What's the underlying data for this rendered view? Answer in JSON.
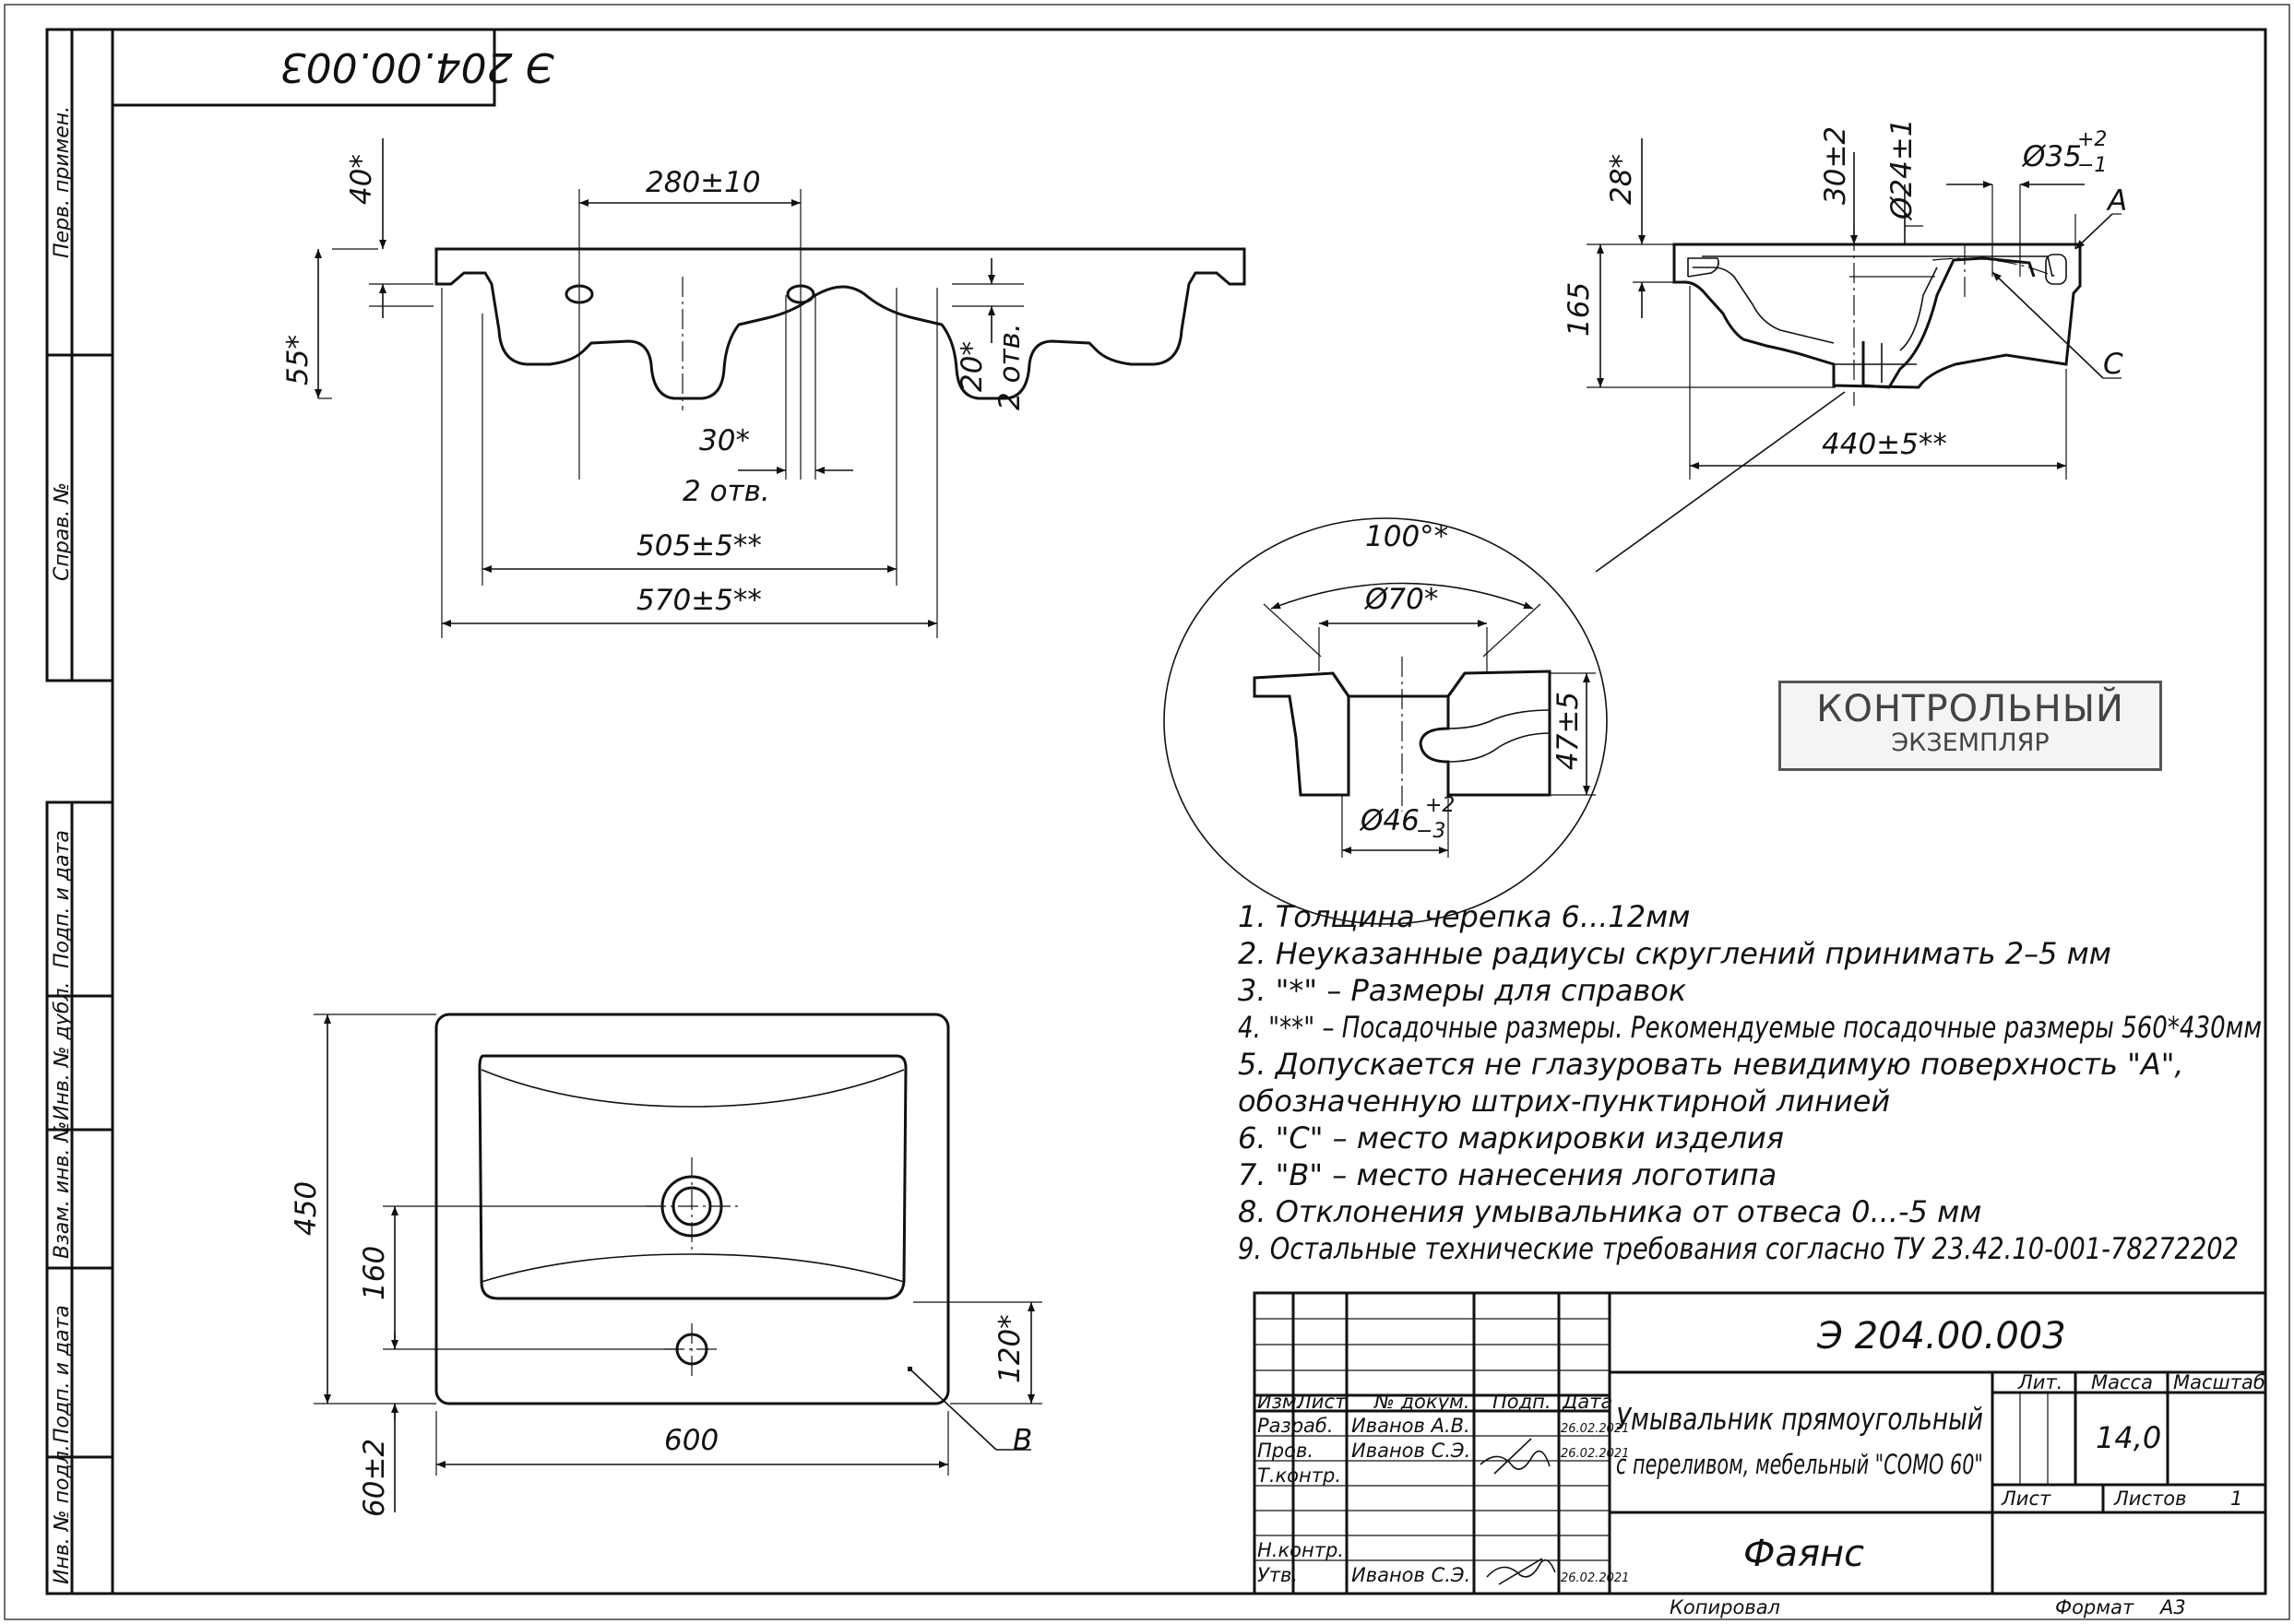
{
  "drawing": {
    "code": "Э 204.00.003",
    "code_mirrored": "Э 204.00.003",
    "title_line1": "Умывальник прямоугольный",
    "title_line2": "с переливом, мебельный \"COMO 60\"",
    "material": "Фаянс",
    "mass_value": "14,0",
    "sheets_value": "1",
    "copied": "Копировал",
    "format": "Формат",
    "format_value": "А3"
  },
  "stamp": {
    "line1": "КОНТРОЛЬНЫЙ",
    "line2": "ЭКЗЕМПЛЯР"
  },
  "title_block": {
    "col_izm": "Изм.",
    "col_list": "Лист",
    "col_doc": "№ докум.",
    "col_sign": "Подп.",
    "col_date": "Дата",
    "lit": "Лит.",
    "massa": "Масса",
    "masshtab": "Масштаб",
    "list": "Лист",
    "listov": "Листов",
    "rows": [
      {
        "role": "Разраб.",
        "name": "Иванов А.В.",
        "date": "26.02.2021"
      },
      {
        "role": "Пров.",
        "name": "Иванов С.Э.",
        "date": "26.02.2021"
      },
      {
        "role": "Т.контр.",
        "name": "",
        "date": ""
      },
      {
        "role": "Н.контр.",
        "name": "",
        "date": ""
      },
      {
        "role": "Утв.",
        "name": "Иванов С.Э.",
        "date": "26.02.2021"
      }
    ]
  },
  "side_labels": {
    "perv_primen": "Перв. примен.",
    "sprav_no": "Справ. №",
    "podp_data_1": "Подп. и дата",
    "inv_dubl": "Инв. № дубл.",
    "vzam_inv": "Взам. инв. №",
    "podp_data_2": "Подп. и дата",
    "inv_podl": "Инв. № подл."
  },
  "dims": {
    "front_40": "40*",
    "front_280": "280±10",
    "front_55": "55*",
    "front_20": "20*",
    "front_2otv_right": "2 отв.",
    "front_30": "30*",
    "front_2otv": "2 отв.",
    "front_505": "505±5**",
    "front_570": "570±5**",
    "side_28": "28*",
    "side_30": "30±2",
    "side_24": "Ø24±1",
    "side_35": "Ø35",
    "side_35_tol_up": "+2",
    "side_35_tol_dn": "−1",
    "side_A": "A",
    "side_165": "165",
    "side_C": "C",
    "side_440": "440±5**",
    "detail_100": "100°*",
    "detail_70": "Ø70*",
    "detail_47": "47±5",
    "detail_46": "Ø46",
    "detail_46_up": "+2",
    "detail_46_dn": "−3",
    "plan_450": "450",
    "plan_160": "160",
    "plan_120": "120*",
    "plan_60": "60±2",
    "plan_600": "600",
    "plan_B": "B"
  },
  "notes": [
    "1. Толщина черепка 6...12мм",
    "2. Неуказанные радиусы скруглений принимать 2–5 мм",
    "3. \"*\" – Размеры для справок",
    "4. \"**\" – Посадочные размеры. Рекомендуемые посадочные размеры 560*430мм",
    "5. Допускается не глазуровать невидимую поверхность \"А\",",
    "обозначенную штрих-пунктирной линией",
    "6. \"С\" – место маркировки изделия",
    "7. \"В\" – место нанесения логотипа",
    "8. Отклонения умывальника от отвеса 0...-5 мм",
    "9. Остальные технические требования согласно ТУ 23.42.10-001-78272202"
  ]
}
